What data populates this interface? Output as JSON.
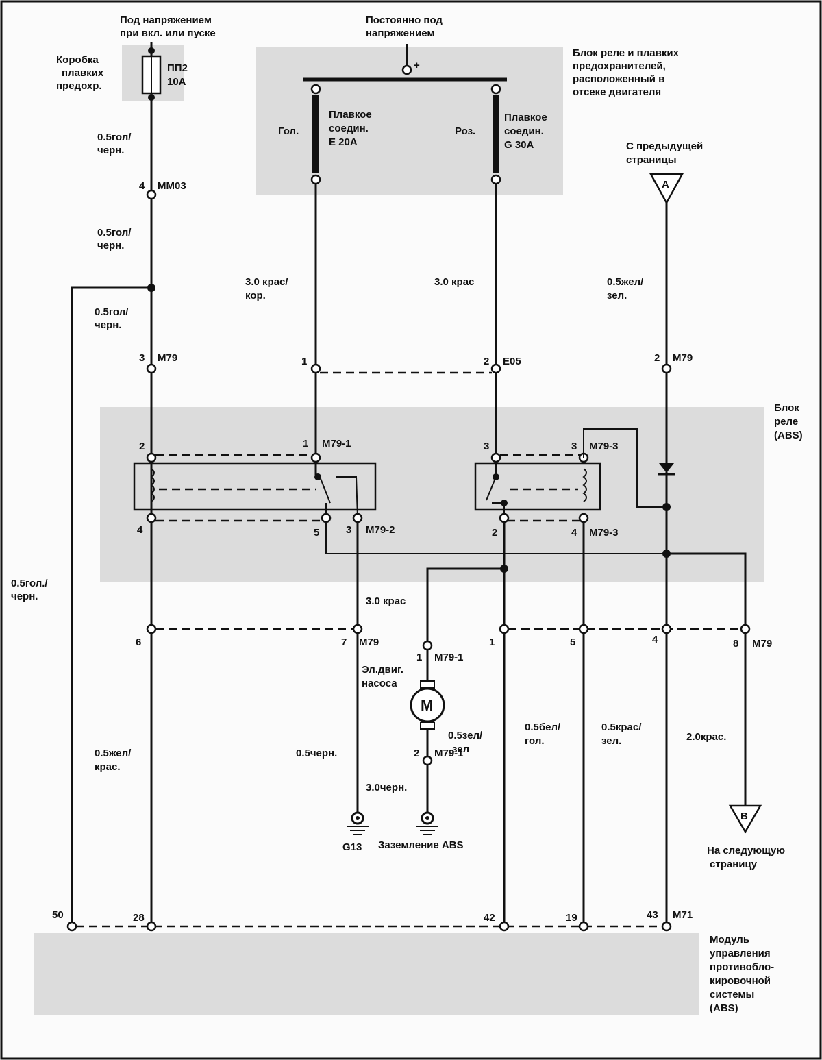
{
  "top": {
    "switched_power": [
      "Под напряжением",
      "при вкл. или пуске"
    ],
    "constant_power": [
      "Постоянно под",
      "напряжением"
    ],
    "fuse_box": [
      "Коробка",
      "плавких",
      "предохр."
    ],
    "fuse_name": "ПП2",
    "fuse_rating": "10А",
    "engine_relay_box": [
      "Блок реле и плавких",
      "предохранителей,",
      "расположенный в",
      "отсеке двигателя"
    ],
    "plus": "+",
    "fuse_link_e": {
      "color": "Гол.",
      "lines": [
        "Плавкое",
        "соедин.",
        "Е 20А"
      ]
    },
    "fuse_link_g": {
      "color": "Роз.",
      "lines": [
        "Плавкое",
        "соедин.",
        "G 30A"
      ]
    },
    "prev_page": [
      "С предыдущей",
      "страницы"
    ],
    "connector_a": "A"
  },
  "wires": {
    "w1": [
      "0.5гол/",
      "черн."
    ],
    "w2": [
      "0.5гол/",
      "черн."
    ],
    "w3": [
      "0.5гол/",
      "черн."
    ],
    "w4": [
      "3.0 крас/",
      "кор."
    ],
    "w5": "3.0 крас",
    "w6": [
      "0.5жел/",
      "зел."
    ],
    "w7": [
      "0.5гол./",
      "черн."
    ],
    "w8": "3.0 крас",
    "w9": [
      "0.5жел/",
      "крас."
    ],
    "w10": "0.5черн.",
    "w11": "3.0черн.",
    "w12": [
      "0.5зел/",
      "зел"
    ],
    "w13": [
      "0.5бел/",
      "гол."
    ],
    "w14": [
      "0.5крас/",
      "зел."
    ],
    "w15": "2.0крас."
  },
  "pins": {
    "mm03": {
      "pin": "4",
      "name": "MM03"
    },
    "m79_3": {
      "pin": "3",
      "name": "M79"
    },
    "c1": "1",
    "e05": {
      "pin": "2",
      "name": "E05"
    },
    "m79_2": {
      "pin": "2",
      "name": "M79"
    },
    "r1_2": "2",
    "r1_1": {
      "pin": "1",
      "name": "M79-1"
    },
    "r1_4": "4",
    "r1_5": "5",
    "r1_3": {
      "pin": "3",
      "name": "M79-2"
    },
    "r2_3a": "3",
    "r2_3b": {
      "pin": "3",
      "name": "M79-3"
    },
    "r2_2": "2",
    "r2_4": {
      "pin": "4",
      "name": "M79-3"
    },
    "m79_6": "6",
    "m79_7": {
      "pin": "7",
      "name": "M79"
    },
    "m79_1": "1",
    "m79_5": "5",
    "m79_4": "4",
    "m79_8": {
      "pin": "8",
      "name": "M79"
    },
    "motor_1": {
      "pin": "1",
      "name": "M79-1"
    },
    "motor_2": {
      "pin": "2",
      "name": "M79-1"
    },
    "m71_50": "50",
    "m71_28": "28",
    "m71_42": "42",
    "m71_19": "19",
    "m71_43": {
      "pin": "43",
      "name": "M71"
    }
  },
  "relay_block": [
    "Блок",
    "реле",
    "(ABS)"
  ],
  "motor": {
    "label": [
      "Эл.двиг.",
      "насоса"
    ],
    "symbol": "M"
  },
  "ground": {
    "g13": "G13",
    "abs": "Заземление ABS"
  },
  "next_page": [
    "На следующую",
    "страницу"
  ],
  "connector_b": "B",
  "module": [
    "Модуль",
    "управления",
    "противобло-",
    "кировочной",
    "системы",
    "(ABS)"
  ]
}
